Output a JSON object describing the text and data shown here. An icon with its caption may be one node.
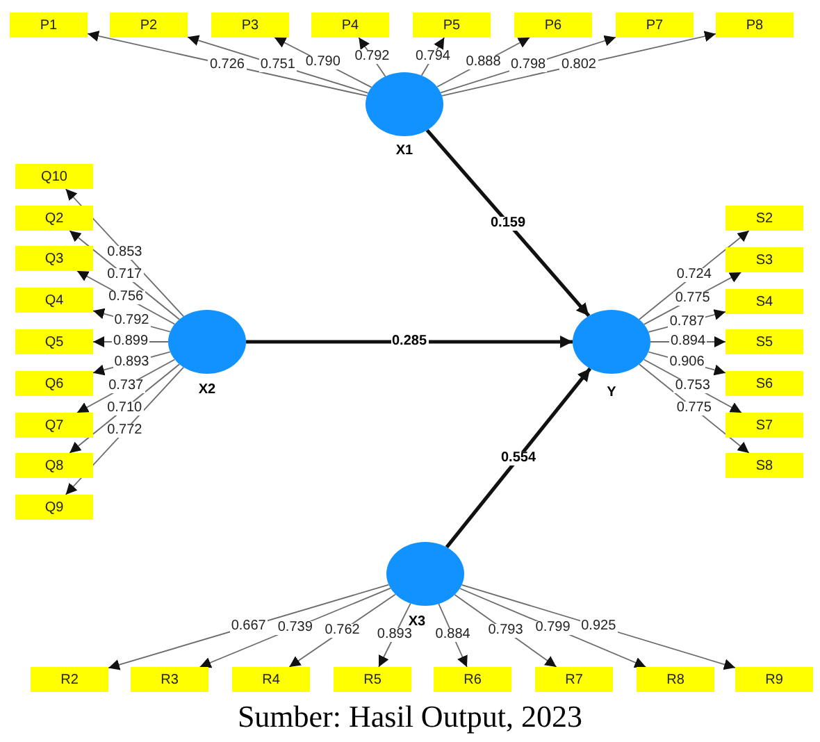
{
  "diagram": {
    "caption": "Sumber: Hasil Output, 2023",
    "nodes": [
      {
        "text": [
          "P1"
        ]
      },
      {
        "text": [
          "P2"
        ]
      },
      {
        "text": [
          "P3"
        ]
      },
      {
        "text": [
          "P4"
        ]
      },
      {
        "text": [
          "P5"
        ]
      },
      {
        "text": [
          "P6"
        ]
      },
      {
        "text": [
          "P7"
        ]
      },
      {
        "text": [
          "P8"
        ]
      },
      {
        "text": [
          "X1"
        ]
      },
      {
        "text": [
          "Q10"
        ]
      },
      {
        "text": [
          "Q2"
        ]
      },
      {
        "text": [
          "Q3"
        ]
      },
      {
        "text": [
          "Q4"
        ]
      },
      {
        "text": [
          "Q5"
        ]
      },
      {
        "text": [
          "Q6"
        ]
      },
      {
        "text": [
          "Q7"
        ]
      },
      {
        "text": [
          "Q8"
        ]
      },
      {
        "text": [
          "Q9"
        ]
      },
      {
        "text": [
          "X2"
        ]
      },
      {
        "text": [
          "Y"
        ]
      },
      {
        "text": [
          "S2"
        ]
      },
      {
        "text": [
          "S3"
        ]
      },
      {
        "text": [
          "S4"
        ]
      },
      {
        "text": [
          "S5"
        ]
      },
      {
        "text": [
          "S6"
        ]
      },
      {
        "text": [
          "S7"
        ]
      },
      {
        "text": [
          "S8"
        ]
      },
      {
        "text": [
          "X3"
        ]
      },
      {
        "text": [
          "R2"
        ]
      },
      {
        "text": [
          "R3"
        ]
      },
      {
        "text": [
          "R4"
        ]
      },
      {
        "text": [
          "R5"
        ]
      },
      {
        "text": [
          "R6"
        ]
      },
      {
        "text": [
          "R7"
        ]
      },
      {
        "text": [
          "R8"
        ]
      },
      {
        "text": [
          "R9"
        ]
      }
    ],
    "edges": [
      {
        "from": 8,
        "to": 0,
        "arrow": "to",
        "label": "0.726"
      },
      {
        "from": 8,
        "to": 1,
        "arrow": "to",
        "label": "0.751"
      },
      {
        "from": 8,
        "to": 2,
        "arrow": "to",
        "label": "0.790"
      },
      {
        "from": 8,
        "to": 3,
        "arrow": "to",
        "label": "0.792"
      },
      {
        "from": 8,
        "to": 4,
        "arrow": "to",
        "label": "0.794"
      },
      {
        "from": 8,
        "to": 5,
        "arrow": "to",
        "label": "0.888"
      },
      {
        "from": 8,
        "to": 6,
        "arrow": "to",
        "label": "0.798"
      },
      {
        "from": 8,
        "to": 7,
        "arrow": "to",
        "label": "0.802"
      },
      {
        "from": 8,
        "to": 19,
        "arrow": "to",
        "label": "0.159",
        "style": "thick"
      },
      {
        "from": 18,
        "to": 9,
        "arrow": "to",
        "label": "0.853"
      },
      {
        "from": 18,
        "to": 10,
        "arrow": "to",
        "label": "0.717"
      },
      {
        "from": 18,
        "to": 11,
        "arrow": "to",
        "label": "0.756"
      },
      {
        "from": 18,
        "to": 12,
        "arrow": "to",
        "label": "0.792"
      },
      {
        "from": 18,
        "to": 13,
        "arrow": "to",
        "label": "0.899"
      },
      {
        "from": 18,
        "to": 14,
        "arrow": "to",
        "label": "0.893"
      },
      {
        "from": 18,
        "to": 15,
        "arrow": "to",
        "label": "0.737"
      },
      {
        "from": 18,
        "to": 16,
        "arrow": "to",
        "label": "0.710"
      },
      {
        "from": 18,
        "to": 17,
        "arrow": "to",
        "label": "0.772"
      },
      {
        "from": 18,
        "to": 19,
        "arrow": "to",
        "label": "0.285",
        "style": "thick"
      },
      {
        "from": 19,
        "to": 20,
        "arrow": "to",
        "label": "0.724"
      },
      {
        "from": 19,
        "to": 21,
        "arrow": "to",
        "label": "0.775"
      },
      {
        "from": 19,
        "to": 22,
        "arrow": "to",
        "label": "0.787"
      },
      {
        "from": 19,
        "to": 23,
        "arrow": "to",
        "label": "0.894"
      },
      {
        "from": 19,
        "to": 24,
        "arrow": "to",
        "label": "0.906"
      },
      {
        "from": 19,
        "to": 25,
        "arrow": "to",
        "label": "0.753"
      },
      {
        "from": 19,
        "to": 26,
        "arrow": "to",
        "label": "0.775"
      },
      {
        "from": 27,
        "to": 19,
        "arrow": "to",
        "label": "0.554",
        "style": "thick"
      },
      {
        "from": 27,
        "to": 28,
        "arrow": "to",
        "label": "0.667"
      },
      {
        "from": 27,
        "to": 29,
        "arrow": "to",
        "label": "0.739"
      },
      {
        "from": 27,
        "to": 30,
        "arrow": "to",
        "label": "0.762"
      },
      {
        "from": 27,
        "to": 31,
        "arrow": "to",
        "label": "0.893"
      },
      {
        "from": 27,
        "to": 32,
        "arrow": "to",
        "label": "0.884"
      },
      {
        "from": 27,
        "to": 33,
        "arrow": "to",
        "label": "0.793"
      },
      {
        "from": 27,
        "to": 34,
        "arrow": "to",
        "label": "0.799"
      },
      {
        "from": 27,
        "to": 35,
        "arrow": "to",
        "label": "0.925"
      }
    ]
  }
}
